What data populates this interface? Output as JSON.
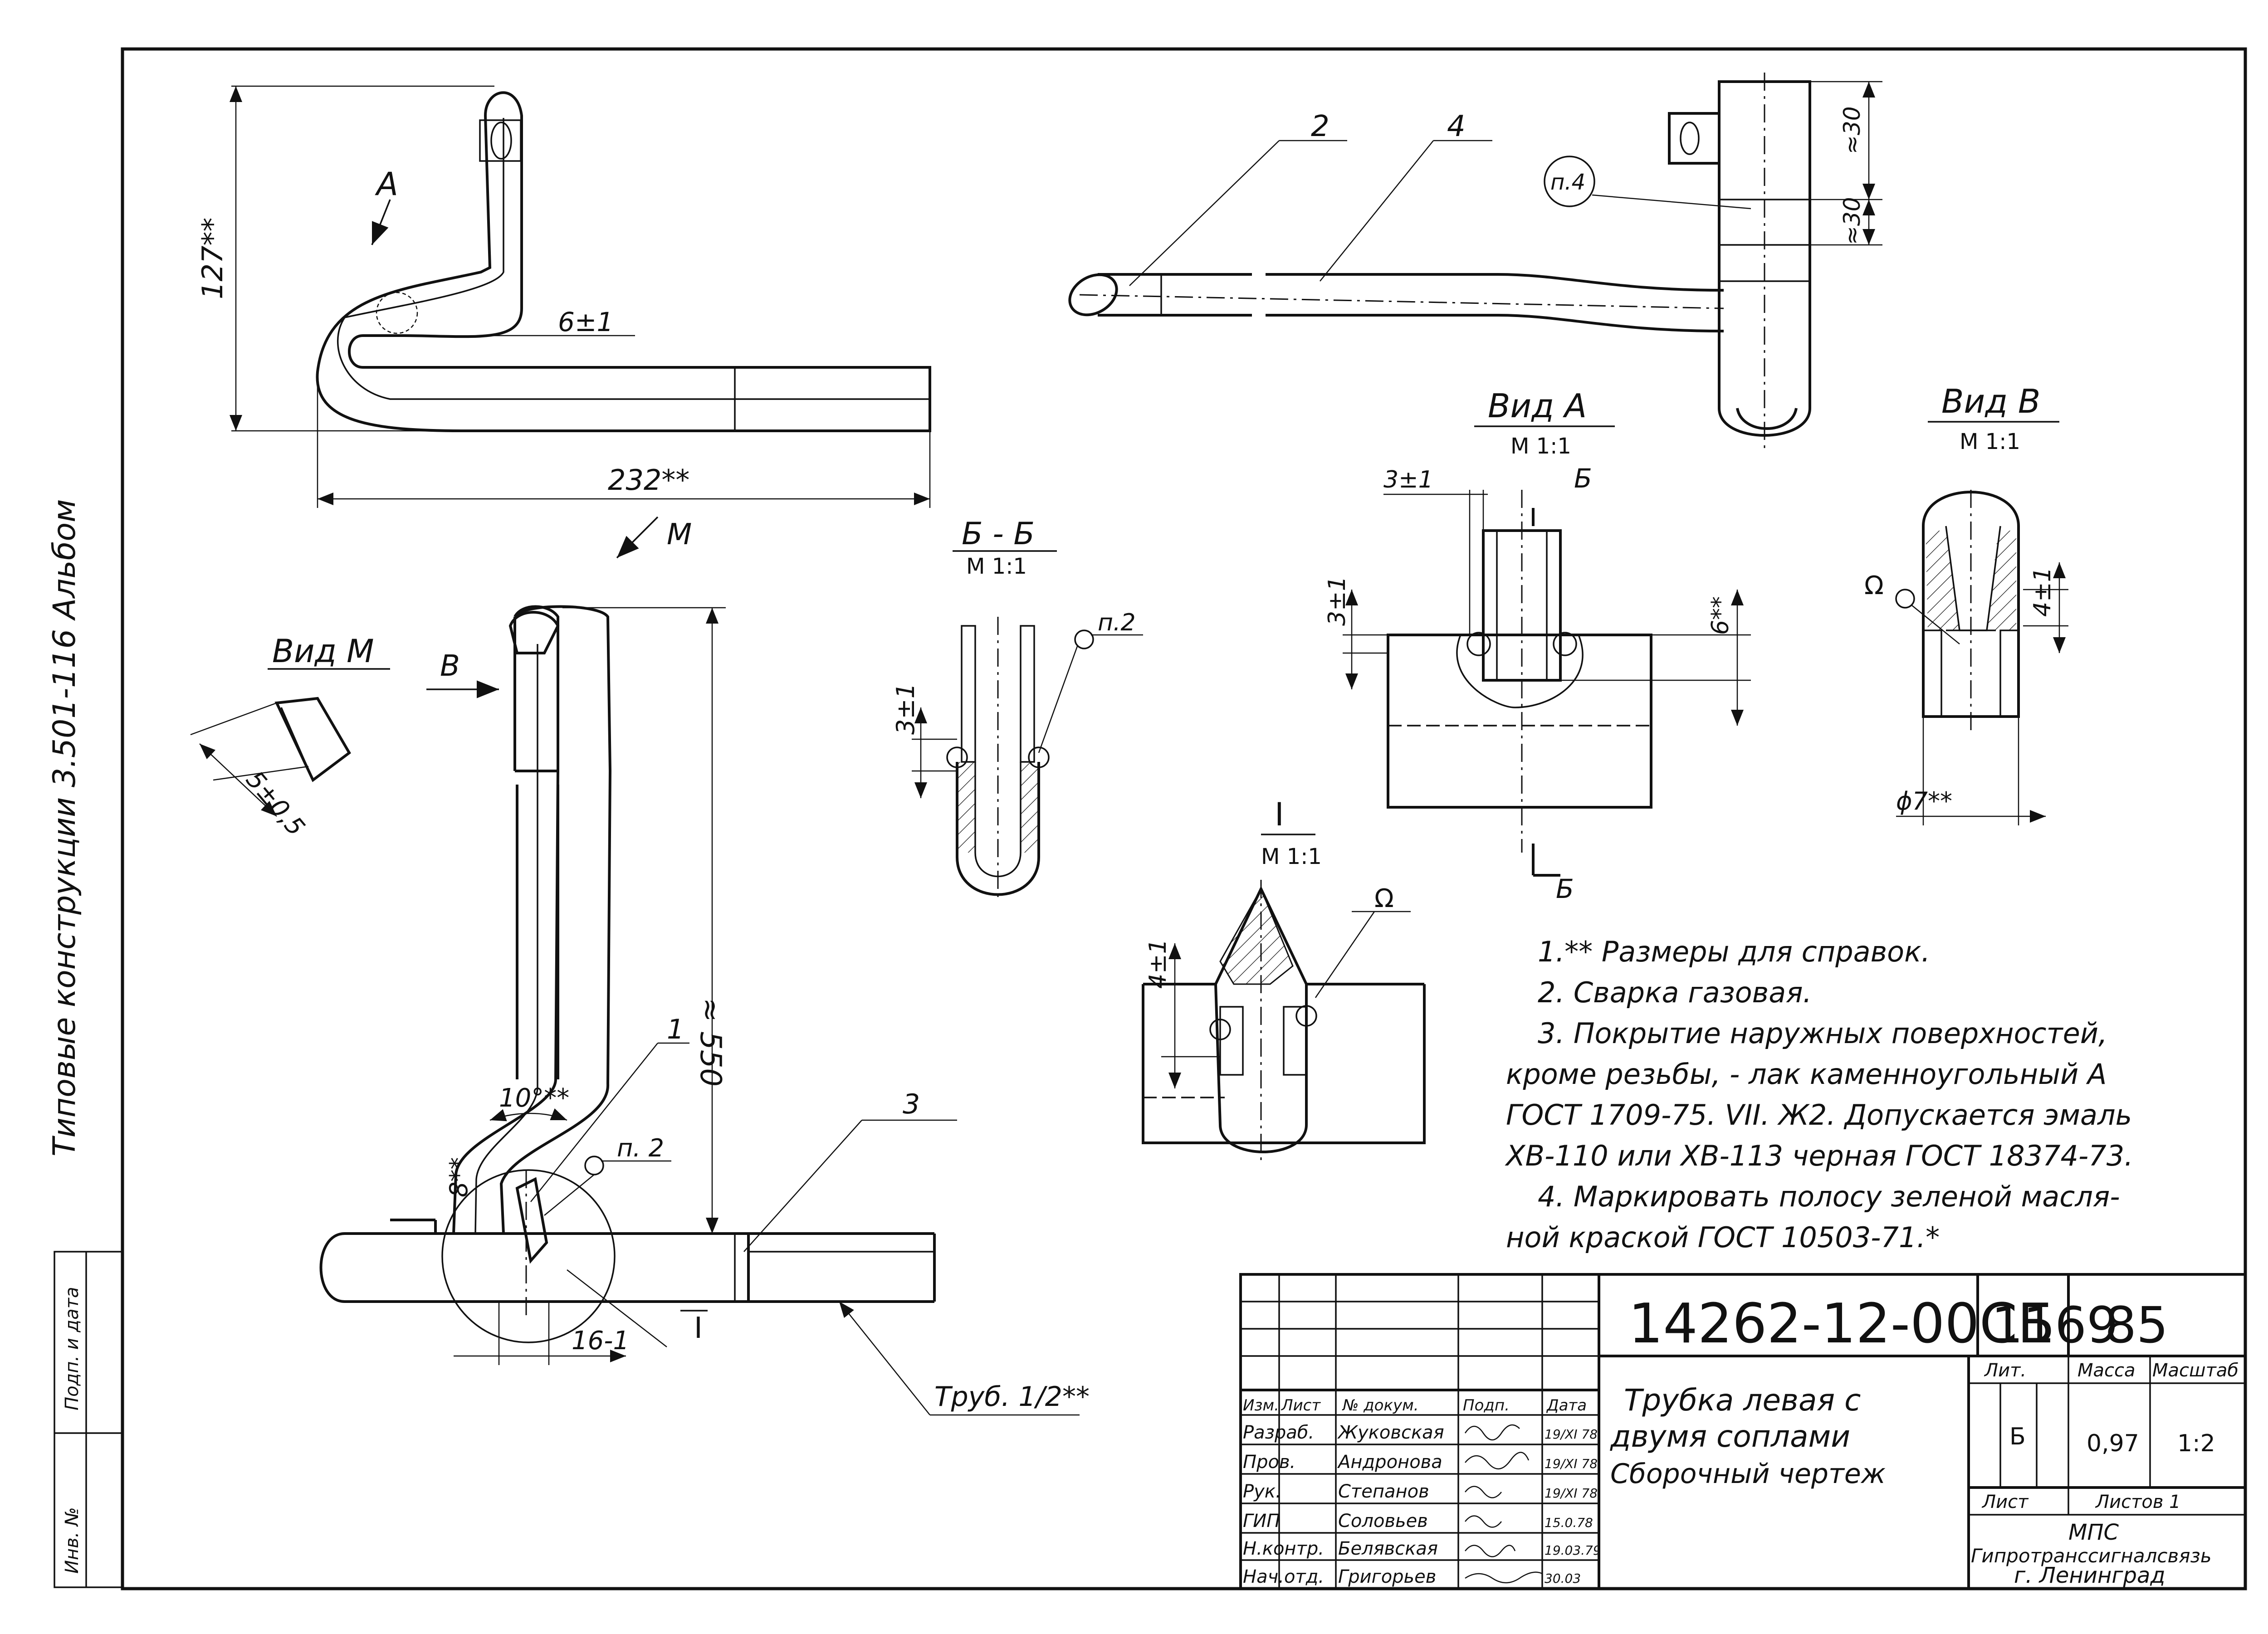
{
  "side_stamp": {
    "album": "Типовые   конструкции 3.501-116   Альбом"
  },
  "binding_strip": {
    "signature_date": "Подп. и дата",
    "inventory_no": "Инв. №"
  },
  "views": {
    "main_top": {
      "dim_height": "127**",
      "dim_length": "232**",
      "dim_gap": "6±1",
      "view_arrow_a": "А",
      "view_arrow_m": "М"
    },
    "main_lower": {
      "dim_length": "≈ 550",
      "dim_angle": "10°**",
      "dim_small": "8**",
      "dim_bottom": "16-1",
      "view_arrow_v": "В",
      "part1": "1",
      "part3": "3",
      "item_ref": "п. 2",
      "detail_mark": "I",
      "pipe": "Труб. 1/2**"
    },
    "view_m": {
      "title": "Вид М",
      "dim": "5±0,5"
    },
    "section_bb": {
      "title": "Б - Б",
      "scale": "М 1:1",
      "dim": "3±1",
      "item_ref": "п.2"
    },
    "view_a": {
      "title": "Вид А",
      "scale": "М 1:1",
      "dim_top": "3±1",
      "dim_left": "3±1",
      "dim_right": "6**",
      "section_mark": "Б"
    },
    "view_v": {
      "title": "Вид В",
      "scale": "М 1:1",
      "dim_right": "4±1",
      "dim_bottom": "ϕ7**",
      "weld_mark": "Ω"
    },
    "detail_i": {
      "title": "I",
      "scale": "М 1:1",
      "dim": "4±1",
      "weld_mark": "Ω"
    },
    "top_right": {
      "part2": "2",
      "part4": "4",
      "item_ref": "п.4",
      "dim1": "≈30",
      "dim2": "≈30"
    }
  },
  "notes": [
    "1.** Размеры для справок.",
    "2.  Сварка   газовая.",
    "3.  Покрытие наружных поверхностей,",
    "кроме резьбы, - лак каменноугольный  А",
    "ГОСТ  1709-75. VII. Ж2. Допускается  эмаль",
    "ХВ-110  или  ХВ-113  черная ГОСТ 18374-73.",
    "4.  Маркировать полосу зеленой масля-",
    "ной  краской  ГОСТ  10503-71.*"
  ],
  "title_block": {
    "doc_number": "14262-12-00СБ",
    "sheet_code": "1169",
    "sheet_sub": "85",
    "title_line1": "Трубка левая с",
    "title_line2": "двумя соплами",
    "title_line3": "Сборочный чертеж",
    "lit_label": "Лит.",
    "mass_label": "Масса",
    "scale_label": "Масштаб",
    "lit_value": "Б",
    "mass_value": "0,97",
    "scale_value": "1:2",
    "sheet_label": "Лист",
    "sheets_label": "Листов 1",
    "org1": "МПС",
    "org2": "Гипротранссигналсвязь",
    "org3": "г. Ленинград",
    "header": [
      "Изм.",
      "Лист",
      "№ докум.",
      "Подп.",
      "Дата"
    ],
    "rows": [
      {
        "role": "Разраб.",
        "name": "Жуковская",
        "date": "19/XI 78"
      },
      {
        "role": "Пров.",
        "name": "Андронова",
        "date": "19/XI 78"
      },
      {
        "role": "Рук.",
        "name": "Степанов",
        "date": "19/XI 78"
      },
      {
        "role": "ГИП",
        "name": "Соловьев",
        "date": "15.0.78"
      },
      {
        "role": "Н.контр.",
        "name": "Белявская",
        "date": "19.03.79"
      },
      {
        "role": "Нач.отд.",
        "name": "Григорьев",
        "date": "30.03"
      }
    ]
  }
}
